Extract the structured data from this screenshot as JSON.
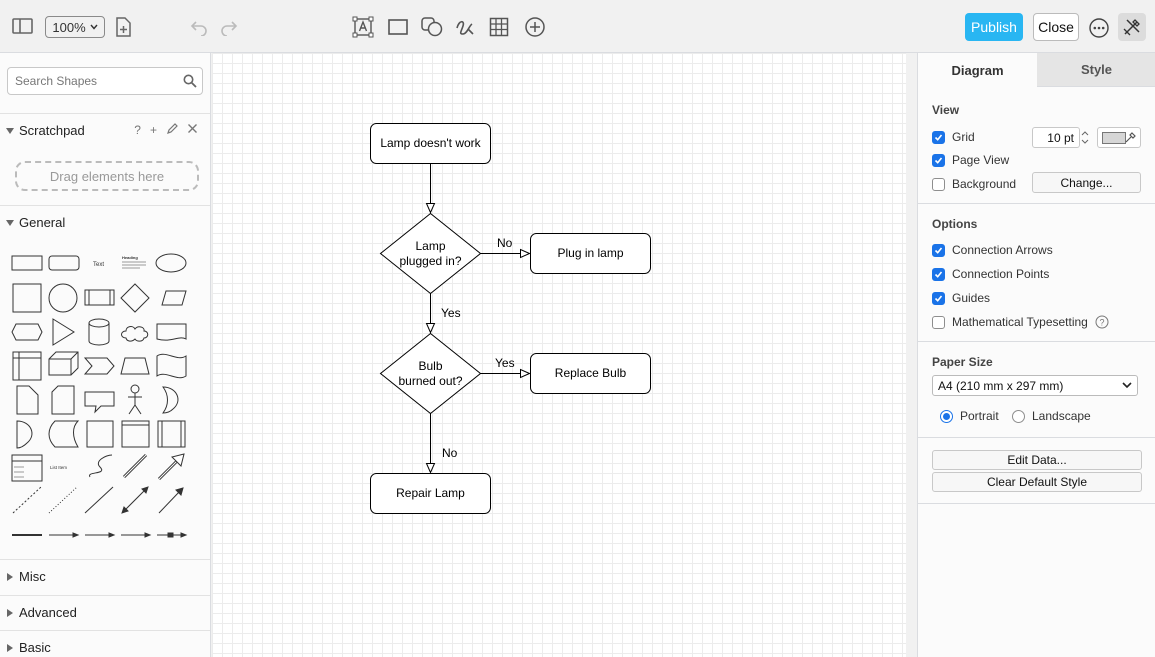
{
  "toolbar": {
    "zoom": "100%",
    "publish_label": "Publish",
    "close_label": "Close"
  },
  "sidebar": {
    "search_placeholder": "Search Shapes",
    "scratchpad_title": "Scratchpad",
    "scratchpad_actions": [
      "?",
      "+",
      "edit-icon",
      "close-icon"
    ],
    "drop_hint": "Drag elements here",
    "general_title": "General",
    "shape_labels": {
      "text": "Text",
      "heading": "Heading",
      "list_item": "List Item"
    },
    "collapsed_sections": [
      "Misc",
      "Advanced",
      "Basic"
    ]
  },
  "diagram": {
    "nodes": {
      "start": "Lamp doesn't work",
      "q1": "Lamp\nplugged in?",
      "plug": "Plug in lamp",
      "q2": "Bulb\nburned out?",
      "replace": "Replace Bulb",
      "repair": "Repair Lamp"
    },
    "edges": {
      "q1_no": "No",
      "q1_yes": "Yes",
      "q2_yes": "Yes",
      "q2_no": "No"
    }
  },
  "panel": {
    "tabs": [
      "Diagram",
      "Style"
    ],
    "view_title": "View",
    "grid_label": "Grid",
    "grid_checked": true,
    "grid_size": "10 pt",
    "page_view_label": "Page View",
    "page_view_checked": true,
    "background_label": "Background",
    "background_checked": false,
    "change_label": "Change...",
    "options_title": "Options",
    "options": [
      {
        "label": "Connection Arrows",
        "checked": true
      },
      {
        "label": "Connection Points",
        "checked": true
      },
      {
        "label": "Guides",
        "checked": true
      },
      {
        "label": "Mathematical Typesetting",
        "checked": false
      }
    ],
    "paper_title": "Paper Size",
    "paper_value": "A4 (210 mm x 297 mm)",
    "portrait_label": "Portrait",
    "landscape_label": "Landscape",
    "orientation": "portrait",
    "edit_data_label": "Edit Data...",
    "clear_style_label": "Clear Default Style",
    "colors": {
      "accent": "#29b6f2",
      "checkbox": "#1a73e8"
    }
  }
}
